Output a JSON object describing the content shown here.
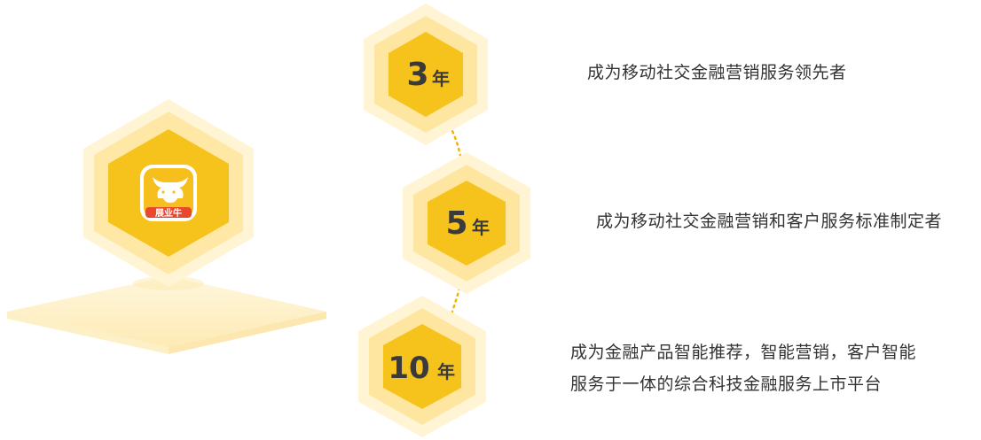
{
  "brand": {
    "app_name": "展业牛",
    "accent_color": "#f6c21c",
    "icon": "bull-icon"
  },
  "milestones": [
    {
      "number": "3",
      "unit": "年",
      "lines": [
        "成为移动社交金融营销服务领先者"
      ]
    },
    {
      "number": "5",
      "unit": "年",
      "lines": [
        "成为移动社交金融营销和客户服务标准制定者"
      ]
    },
    {
      "number": "10",
      "unit": "年",
      "lines": [
        "成为金融产品智能推荐，智能营销，客户智能",
        "服务于一体的综合科技金融服务上市平台"
      ]
    }
  ]
}
